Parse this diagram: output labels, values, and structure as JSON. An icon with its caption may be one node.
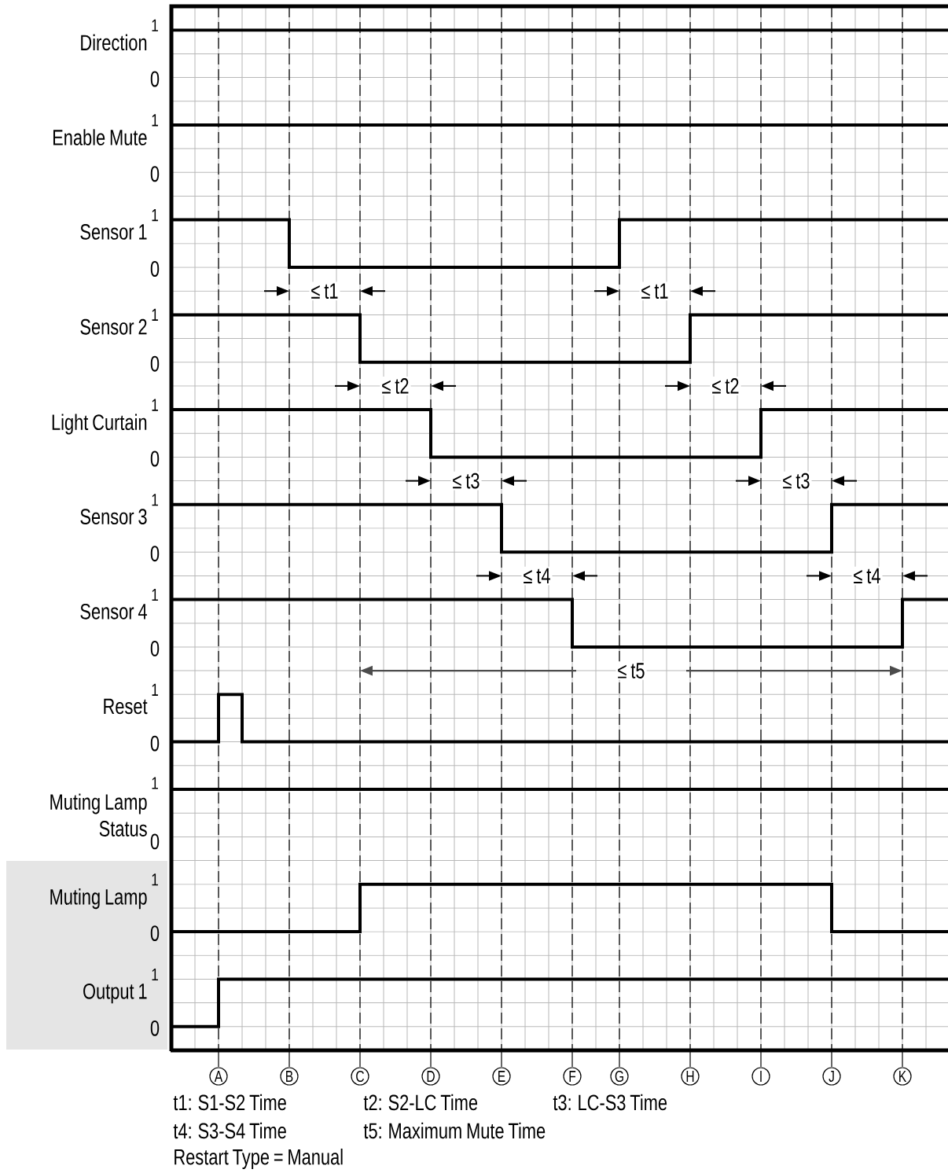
{
  "diagram": {
    "labels": [
      "Direction",
      "1",
      "0",
      "Enable Mute",
      "1",
      "0",
      "Sensor 1",
      "1",
      "0",
      "≤ t1",
      "≤ t1",
      "Sensor 2",
      "1",
      "0",
      "≤ t2",
      "≤ t2",
      "Light Curtain",
      "1",
      "0",
      "≤ t3",
      "≤ t3",
      "Sensor 3",
      "1",
      "0",
      "≤ t4",
      "≤ t4",
      "Sensor 4",
      "1",
      "0",
      "≤ t5",
      "Reset",
      "1",
      "0",
      "Muting Lamp Status",
      "1",
      "0",
      "Muting Lamp",
      "1",
      "0",
      "Output 1",
      "1",
      "0",
      "A",
      "B",
      "C",
      "D",
      "E",
      "F",
      "G",
      "H",
      "I",
      "J",
      "K",
      "t1: S1-S2 Time",
      "t2: S2-LC Time",
      "t3: LC-S3 Time",
      "t4: S3-S4 Time",
      "t5: Maximum Mute Time",
      "Restart Type = Manual"
    ]
  }
}
